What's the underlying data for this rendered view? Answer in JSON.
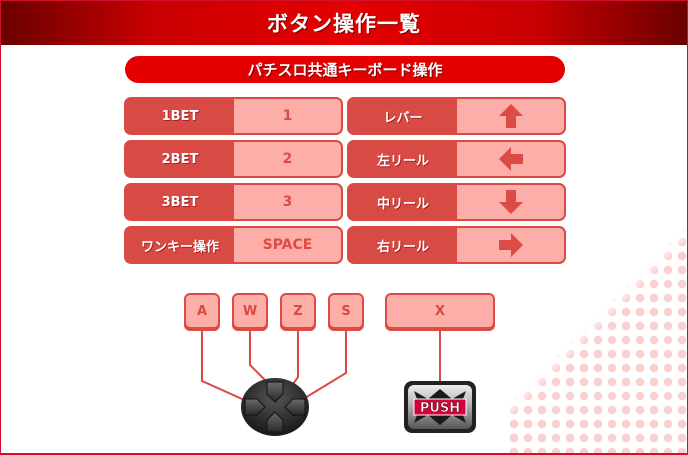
{
  "header": {
    "title": "ボタン操作一覧"
  },
  "section": {
    "title": "パチスロ共通キーボード操作"
  },
  "left_mappings": [
    {
      "label": "1BET",
      "key": "1"
    },
    {
      "label": "2BET",
      "key": "2"
    },
    {
      "label": "3BET",
      "key": "3"
    },
    {
      "label": "ワンキー操作",
      "key": "SPACE"
    }
  ],
  "right_mappings": [
    {
      "label": "レバー",
      "key_icon": "arrow-up-icon"
    },
    {
      "label": "左リール",
      "key_icon": "arrow-left-icon"
    },
    {
      "label": "中リール",
      "key_icon": "arrow-down-icon"
    },
    {
      "label": "右リール",
      "key_icon": "arrow-right-icon"
    }
  ],
  "keyboard_keys": [
    "A",
    "W",
    "Z",
    "S",
    "X"
  ],
  "controls": {
    "dpad_icon": "dpad-icon",
    "push_button_icon": "push-button-icon",
    "push_label": "PUSH"
  },
  "colors": {
    "header_red": "#e40000",
    "label_red": "#d84a44",
    "key_pink": "#fdaea9",
    "border_crimson": "#d0102e"
  }
}
